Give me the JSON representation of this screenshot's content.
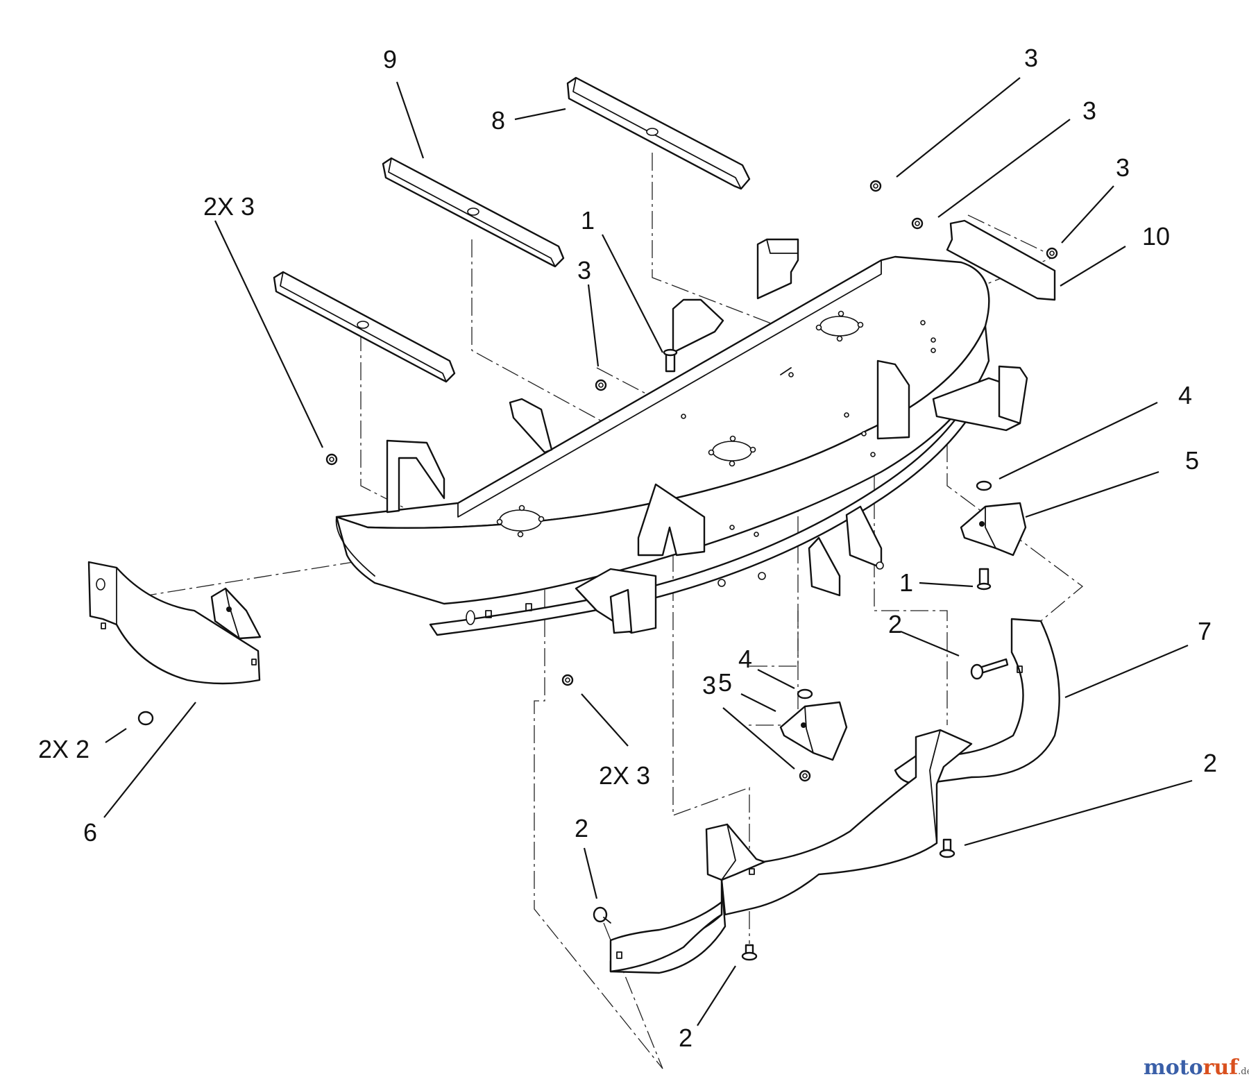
{
  "callouts": [
    {
      "id": "c-9",
      "text": "9"
    },
    {
      "id": "c-8",
      "text": "8"
    },
    {
      "id": "c-3a",
      "text": "3"
    },
    {
      "id": "c-3b",
      "text": "3"
    },
    {
      "id": "c-3c",
      "text": "3"
    },
    {
      "id": "c-10",
      "text": "10"
    },
    {
      "id": "c-2x3a",
      "text": "2X 3"
    },
    {
      "id": "c-1a",
      "text": "1"
    },
    {
      "id": "c-3d",
      "text": "3"
    },
    {
      "id": "c-4a",
      "text": "4"
    },
    {
      "id": "c-5a",
      "text": "5"
    },
    {
      "id": "c-1b",
      "text": "1"
    },
    {
      "id": "c-2a",
      "text": "2"
    },
    {
      "id": "c-7",
      "text": "7"
    },
    {
      "id": "c-4b",
      "text": "4"
    },
    {
      "id": "c-5b",
      "text": "5"
    },
    {
      "id": "c-3e",
      "text": "3"
    },
    {
      "id": "c-2x3b",
      "text": "2X 3"
    },
    {
      "id": "c-2x2",
      "text": "2X 2"
    },
    {
      "id": "c-6",
      "text": "6"
    },
    {
      "id": "c-2b",
      "text": "2"
    },
    {
      "id": "c-2c",
      "text": "2"
    },
    {
      "id": "c-2d",
      "text": "2"
    }
  ],
  "watermark": {
    "text_a": "moto",
    "text_b": "ruf",
    "suffix": ".de",
    "color_a": "#3a5fa8",
    "color_b": "#d9501e"
  }
}
